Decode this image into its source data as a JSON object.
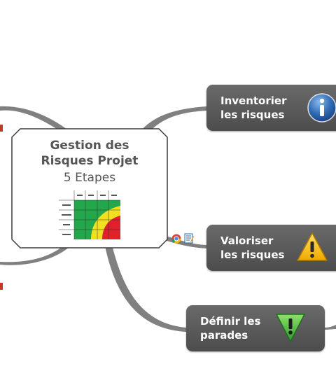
{
  "central_topic": {
    "title_line1": "Gestion des",
    "title_line2": "Risques Projet",
    "subtitle": "5 Etapes"
  },
  "topics": [
    {
      "line1": "Inventorier",
      "line2": "les risques",
      "icon": "info-icon"
    },
    {
      "line1": "Valoriser",
      "line2": "les risques",
      "icon": "warning-icon"
    },
    {
      "line1": "Définir les",
      "line2": "parades",
      "icon": "down-arrow-exclamation-icon"
    }
  ],
  "colors": {
    "topic_bg": "#555555",
    "connector": "#7a7a7a",
    "matrix_green": "#22a84a",
    "matrix_yellow": "#f0e020",
    "matrix_red": "#e0202a"
  }
}
